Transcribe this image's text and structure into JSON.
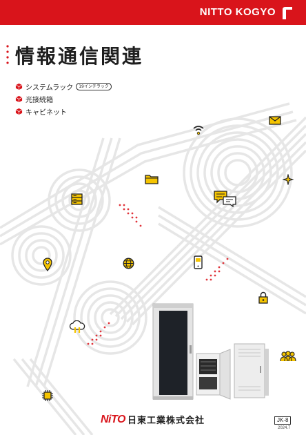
{
  "header": {
    "brand": "NITTO KOGYO"
  },
  "title": "情報通信関連",
  "categories": [
    {
      "label": "システムラック",
      "badge": "19インチラック"
    },
    {
      "label": "光接続箱",
      "badge": ""
    },
    {
      "label": "キャビネット",
      "badge": ""
    }
  ],
  "footer": {
    "logo_mark": "NiTO",
    "company": "日東工業株式会社",
    "code": "JK-8",
    "date": "2024.7"
  },
  "colors": {
    "brand_red": "#d9141b",
    "accent_yellow": "#f5c400"
  },
  "icons": [
    "wifi-icon",
    "mail-icon",
    "folder-icon",
    "sparkle-icon",
    "server-icon",
    "chat-icon",
    "location-icon",
    "globe-icon",
    "phone-icon",
    "lock-icon",
    "cloud-icon",
    "people-icon",
    "chip-icon"
  ]
}
